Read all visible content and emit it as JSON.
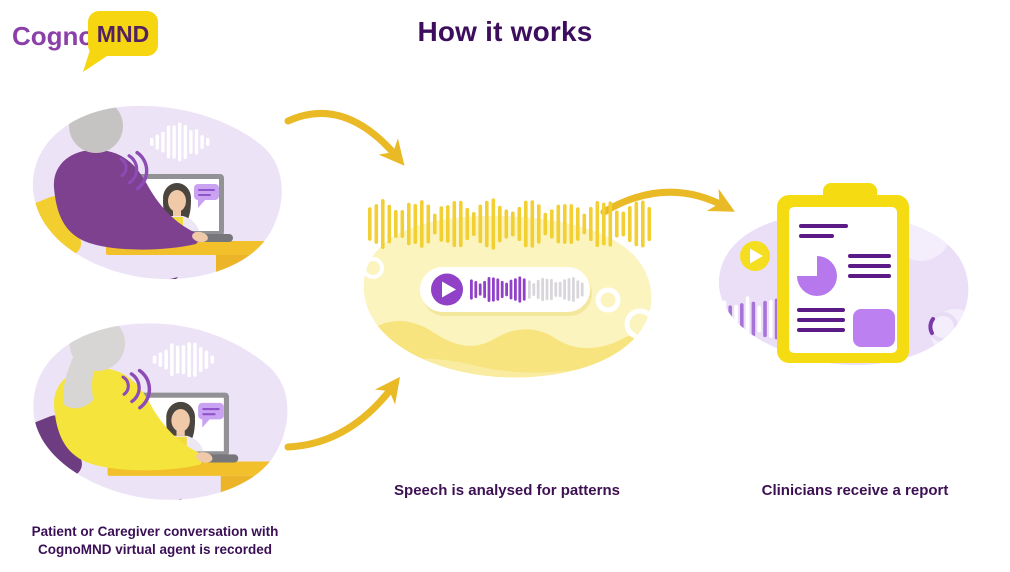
{
  "page": {
    "title": "How it works",
    "background": "#FFFFFF"
  },
  "logo": {
    "cogno": "Cogno",
    "mnd": "MND"
  },
  "steps": {
    "record": {
      "caption_line1": "Patient or Caregiver conversation with",
      "caption_line2": "CognoMND virtual agent is recorded"
    },
    "analyse": {
      "caption": "Speech is analysed for patterns"
    },
    "report": {
      "caption": "Clinicians receive a report"
    }
  },
  "icons": {
    "play": "right-pointing triangle in circle",
    "speech_bubble": "rounded rectangle with tail and text lines",
    "sound_waves": "three concentric arcs",
    "waveform": "vertical rounded bars",
    "flow_arrow": "curved yellow arrow with solid head",
    "pie_chart": "three-quarter circle",
    "spinner": "ring with partial purple arc"
  },
  "colors": {
    "title_text": "#3D0E5E",
    "caption_text": "#3D1054",
    "logo_purple": "#8B3FA8",
    "logo_bubble_yellow": "#F5D611",
    "logo_mnd_text": "#53215F",
    "arrow_yellow": "#E9BA25",
    "lavender_blob": "#EDE3F7",
    "lavender_light": "#F4EDFB",
    "pale_yellow_blob": "#FBF4BF",
    "hill_yellow": "#F7E47E",
    "hill_yellow_light": "#F9ECA0",
    "gold_waveform": "#F2CF33",
    "play_purple": "#9140C8",
    "grey_waveform": "#D8D6DA",
    "shirt_purple": "#7D4190",
    "shirt_yellow": "#F5E43B",
    "chair_yellow": "#F3CE2F",
    "chair_purple": "#6E3C80",
    "shadow_purple": "#5F2A6E",
    "hair_grey": "#C6C4C2",
    "desk_yellow": "#F2C02B",
    "desk_cabinet_yellow": "#ECB429",
    "laptop_frame": "#919196",
    "skin": "#F0C9A8",
    "agent_hair": "#4B453F",
    "speech_bubble_fill": "#C9A2F2",
    "report_line_purple": "#5B1A86",
    "report_pie_purple": "#B678EC",
    "report_square_purple": "#BD80F0",
    "report_board_yellow": "#F5DC12",
    "report_bar_purple": "#A873D9",
    "report_play_yellow": "#F4DE1F"
  }
}
